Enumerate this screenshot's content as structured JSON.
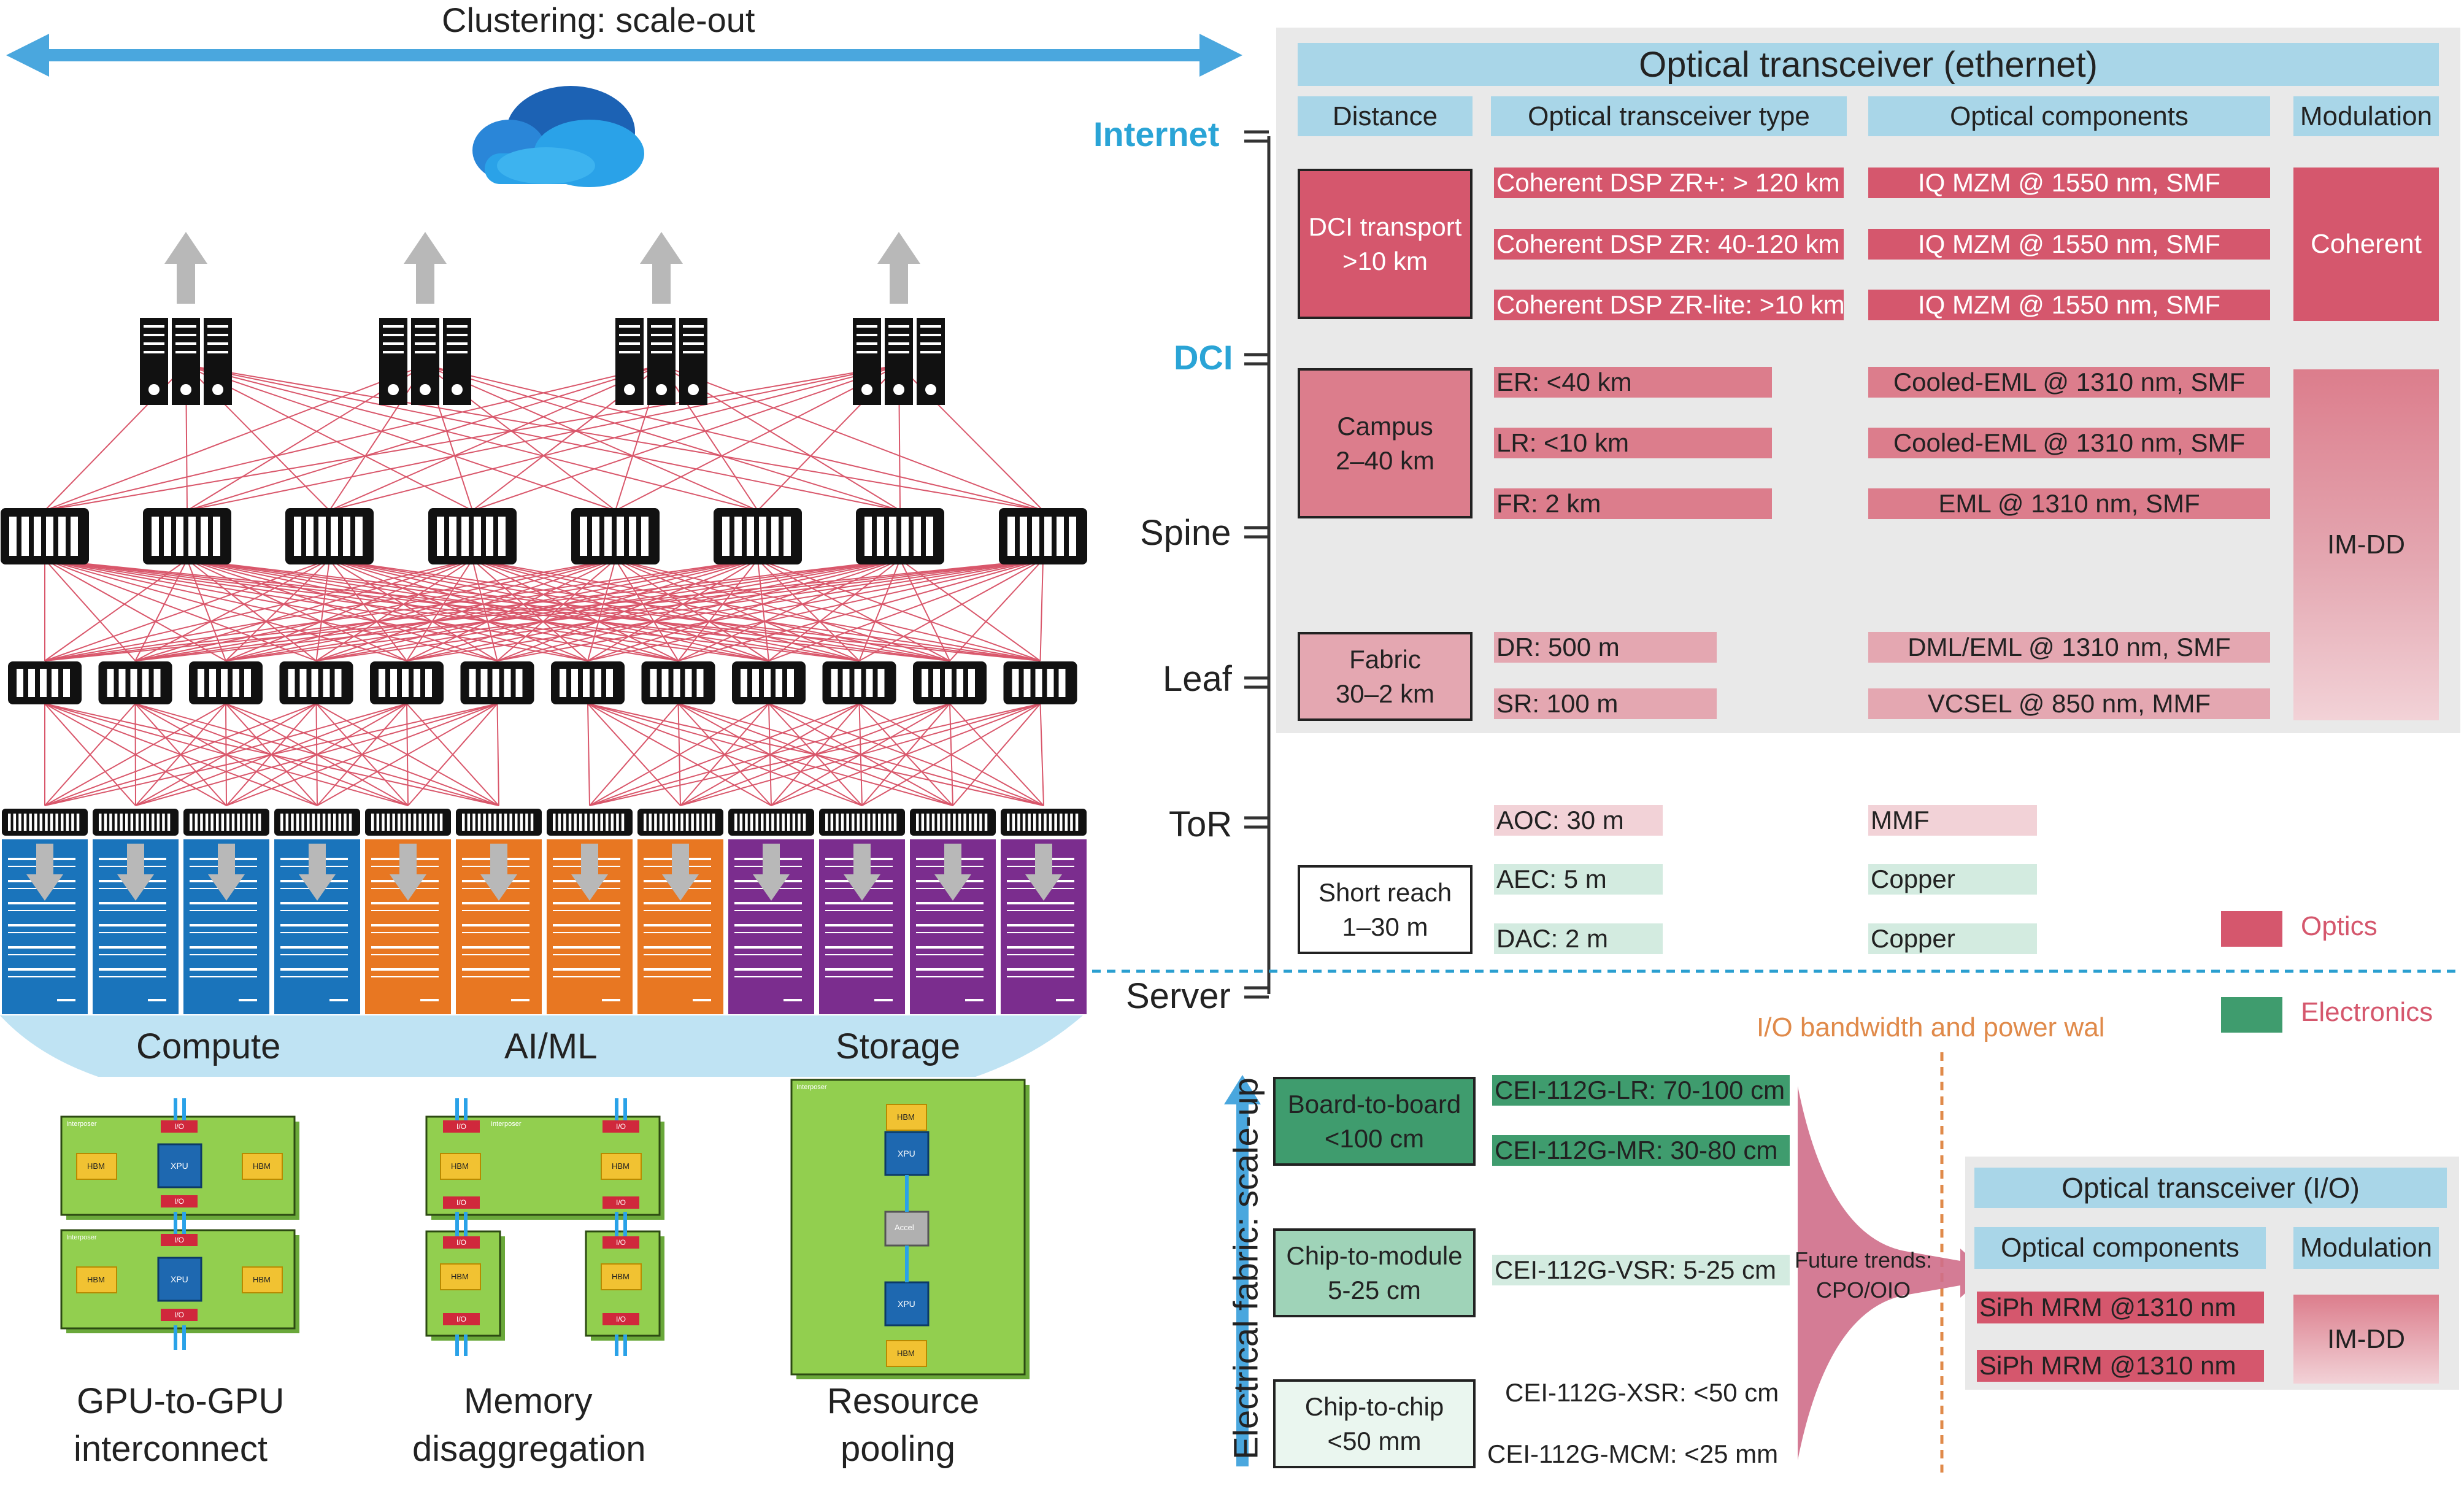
{
  "top": {
    "title": "Clustering: scale-out",
    "groups": [
      "Compute",
      "AI/ML",
      "Storage"
    ]
  },
  "levels": [
    "Internet",
    "DCI",
    "Spine",
    "Leaf",
    "ToR",
    "Server"
  ],
  "vertical_label": "Electrical fabric: scale-up",
  "bottom_captions": {
    "gpu": [
      "GPU-to-GPU",
      "interconnect"
    ],
    "mem": [
      "Memory",
      "disaggregation"
    ],
    "pool": [
      "Resource",
      "pooling"
    ]
  },
  "chip_labels": {
    "interposer": "Interposer",
    "io": "I/O",
    "hbm": "HBM",
    "xpu": "XPU",
    "accel": "Accel"
  },
  "optical_table": {
    "title": "Optical transceiver (ethernet)",
    "headers": [
      "Distance",
      "Optical transceiver type",
      "Optical components",
      "Modulation"
    ],
    "distance_boxes": [
      [
        "DCI transport",
        ">10 km"
      ],
      [
        "Campus",
        "2–40 km"
      ],
      [
        "Fabric",
        "30–2 km"
      ],
      [
        "Short reach",
        "1–30 m"
      ]
    ],
    "types": [
      "Coherent DSP ZR+: > 120 km",
      "Coherent DSP ZR: 40-120 km",
      "Coherent DSP ZR-lite: >10 km",
      "ER: <40 km",
      "LR: <10 km",
      "FR: 2 km",
      "DR: 500 m",
      "SR: 100 m",
      "AOC: 30 m",
      "AEC: 5 m",
      "DAC: 2 m"
    ],
    "components": [
      "IQ MZM @ 1550 nm, SMF",
      "IQ MZM @ 1550 nm, SMF",
      "IQ MZM @ 1550 nm, SMF",
      "Cooled-EML @ 1310 nm, SMF",
      "Cooled-EML @ 1310 nm, SMF",
      "EML @ 1310 nm, SMF",
      "DML/EML @ 1310 nm, SMF",
      "VCSEL @ 850 nm, MMF",
      "MMF",
      "Copper",
      "Copper"
    ],
    "modulation": [
      "Coherent",
      "IM-DD"
    ]
  },
  "legend": {
    "optics": "Optics",
    "electronics": "Electronics"
  },
  "io_wall": "I/O bandwidth and power wal",
  "scaleup": {
    "boxes": [
      [
        "Board-to-board",
        "<100 cm"
      ],
      [
        "Chip-to-module",
        "5-25 cm"
      ],
      [
        "Chip-to-chip",
        "<50 mm"
      ]
    ],
    "standards": [
      "CEI-112G-LR: 70-100 cm",
      "CEI-112G-MR: 30-80 cm",
      "CEI-112G-VSR: 5-25 cm",
      "CEI-112G-XSR: <50 cm",
      "CEI-112G-MCM: <25 mm"
    ],
    "future": [
      "Future trends:",
      "CPO/OIO"
    ]
  },
  "io_table": {
    "title": "Optical transceiver (I/O)",
    "headers": [
      "Optical components",
      "Modulation"
    ],
    "rows": [
      "SiPh MRM @1310 nm",
      "SiPh MRM @1310 nm"
    ],
    "modulation": "IM-DD"
  },
  "colors": {
    "arrow": "#4aa7de",
    "optics": "#d5576d",
    "electronics": "#3f9c6e",
    "compute": "#1a74bb",
    "aiml": "#e87722",
    "storage": "#7b2d8e",
    "dci_label": "#2aa4d6",
    "wall": "#e08a4a"
  }
}
